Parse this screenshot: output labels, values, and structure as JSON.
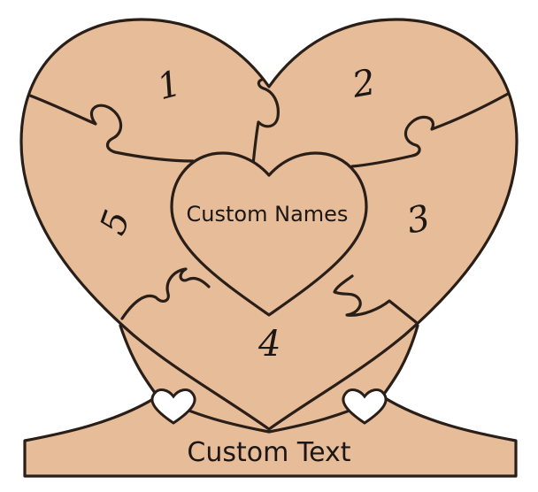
{
  "puzzle": {
    "colors": {
      "wood": "#e6bc99",
      "outline": "#2a1f18",
      "hole": "#ffffff"
    },
    "icons": [
      "heart-cutout-icon",
      "heart-cutout-icon",
      "heart-center-icon"
    ],
    "pieces": [
      {
        "label": "1"
      },
      {
        "label": "2"
      },
      {
        "label": "3"
      },
      {
        "label": "4"
      },
      {
        "label": "5"
      }
    ],
    "center_text": "Custom Names",
    "base_text": "Custom Text"
  }
}
